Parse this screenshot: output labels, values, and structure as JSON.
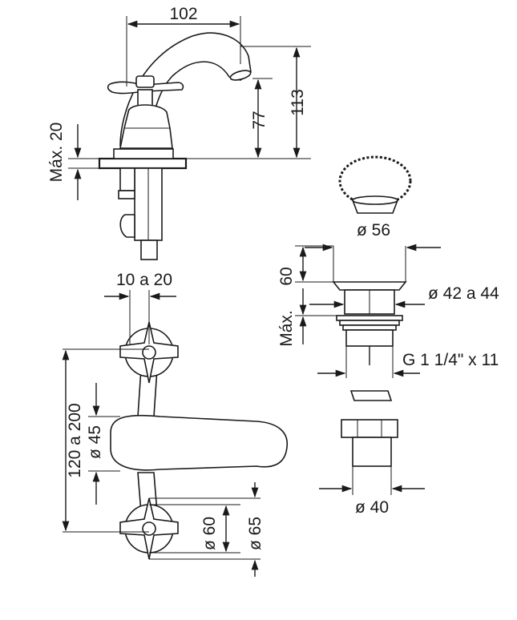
{
  "dimensions": {
    "spout_reach": "102",
    "total_height": "113",
    "spout_height": "77",
    "max_deck": "Máx. 20",
    "handle_offset": "10 a 20",
    "centers": "120 a 200",
    "body_diameter": "ø 45",
    "rosette_small": "ø 60",
    "rosette_large": "ø 65",
    "plug_diameter": "ø 56",
    "waste_height": "60",
    "waste_diameter": "ø 42 a 44",
    "waste_max": "Máx.",
    "thread": "G 1 1/4\" x 11",
    "nut_diameter": "ø 40"
  },
  "colors": {
    "line": "#1a1a1a",
    "background": "#ffffff"
  }
}
